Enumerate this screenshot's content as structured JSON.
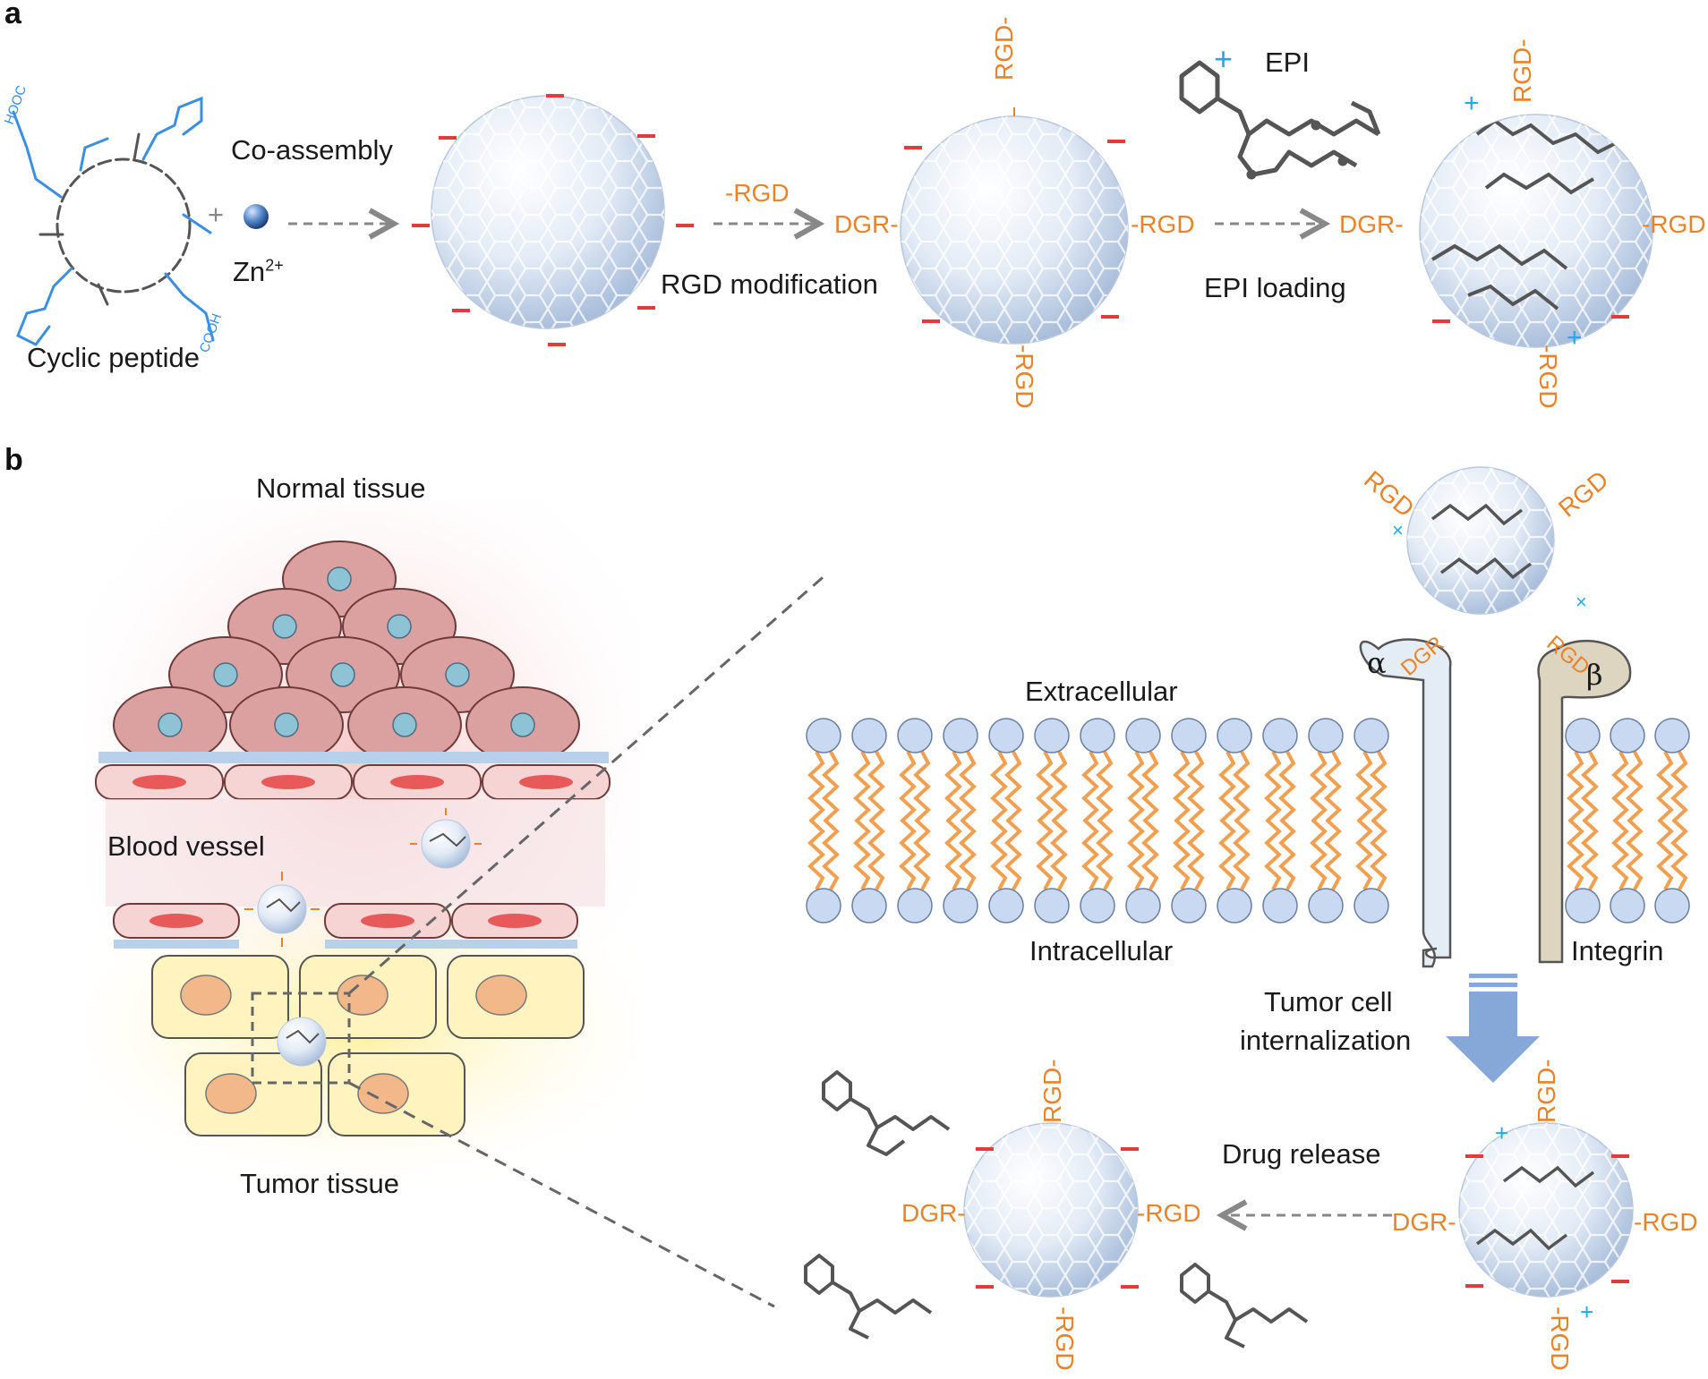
{
  "panels": {
    "a": {
      "letter": "a",
      "cyclic_peptide_label": "Cyclic peptide",
      "plus_sign": "+",
      "co_assembly_label": "Co-assembly",
      "zn_base": "Zn",
      "zn_charge": "2+",
      "rgd_reagent_label": "-RGD",
      "rgd_modification_label": "RGD modification",
      "epi_label": "EPI",
      "epi_loading_label": "EPI loading",
      "rgd_right": "-RGD",
      "dgr_left": "DGR-",
      "rgd_top": "RGD-",
      "rgd_bottom": "-RGD",
      "peptide_groups": [
        "HOOC",
        "COOH"
      ]
    },
    "b": {
      "letter": "b",
      "normal_tissue_label": "Normal tissue",
      "blood_vessel_label": "Blood vessel",
      "tumor_tissue_label": "Tumor tissue",
      "extracellular_label": "Extracellular",
      "intracellular_label": "Intracellular",
      "integrin_label": "Integrin",
      "alpha_label": "α",
      "beta_label": "β",
      "internalization_label": [
        "Tumor cell",
        "internalization"
      ],
      "drug_release_label": "Drug release",
      "rgd_right": "-RGD",
      "dgr_left": "DGR-",
      "rgd_vertical": "RGD-",
      "rgd_vertical_bottom": "-RGD",
      "rgd_diag": "RGD",
      "dgr_diag": "DGR"
    }
  },
  "colors": {
    "peptide_blue": "#3a8fe0",
    "rgd_orange": "#e8832a",
    "negative_red": "#e33b3b",
    "cation_cyan": "#22a9e8",
    "arrow_gray": "#888888",
    "lipid_tail": "#f0a050",
    "lipid_head": "#c9d9f2",
    "cell_pink": "#d99a9a",
    "tumor_yellow": "#fff3b0",
    "internalization_arrow": "#86a8d8"
  },
  "icons": [
    "nanosphere-icon",
    "zn-ion-icon",
    "epi-molecule-icon",
    "integrin-receptor-icon",
    "lipid-bilayer-icon"
  ]
}
